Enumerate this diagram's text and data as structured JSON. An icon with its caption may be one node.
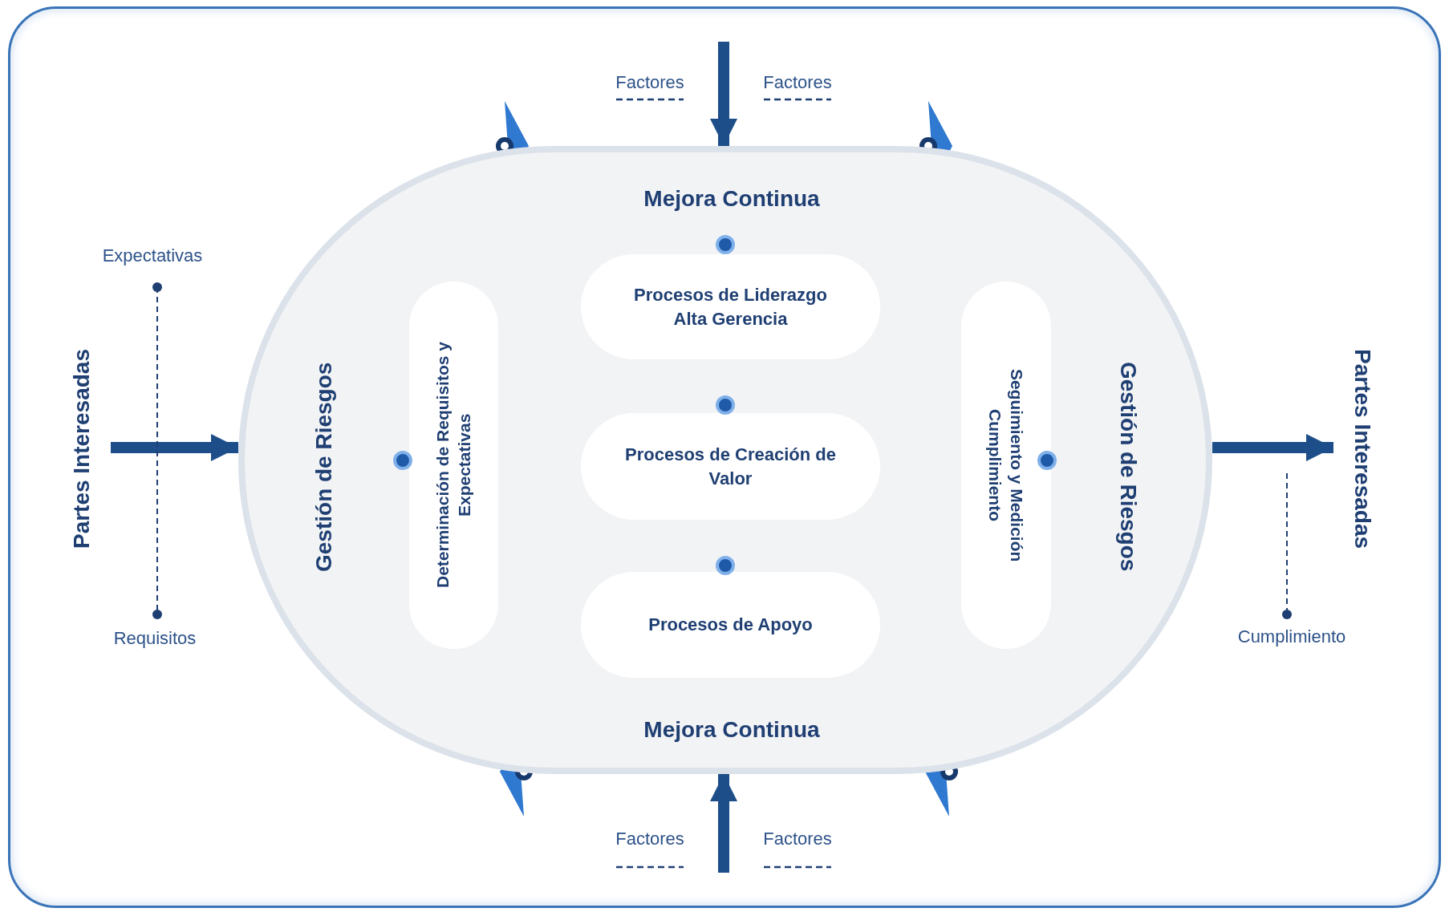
{
  "diagram": {
    "nodes": [
      {
        "text": [
          "Partes Interesadas"
        ]
      },
      {
        "text": [
          "Mejora Continua",
          "Gestión de Riesgos",
          "Gestión de Riesgos",
          "Mejora Continua"
        ]
      },
      {
        "text": [
          "Determinación de Requisitos y Expectativas"
        ],
        "in": 1
      },
      {
        "text": [
          "Procesos de Liderazgo Alta Gerencia"
        ],
        "in": 1
      },
      {
        "text": [
          "Procesos de Creación de Valor"
        ],
        "in": 1
      },
      {
        "text": [
          "Procesos de Apoyo"
        ],
        "in": 1
      },
      {
        "text": [
          "Seguimiento y Medición Cumplimiento"
        ],
        "in": 1
      },
      {
        "text": [
          "Partes Interesadas"
        ]
      }
    ],
    "edges": [
      {
        "from": null,
        "to": 1,
        "arrow": "to"
      },
      {
        "from": 0,
        "to": 1,
        "arrow": "to"
      },
      {
        "from": 1,
        "to": 7,
        "arrow": "to"
      },
      {
        "from": null,
        "to": 1,
        "arrow": "to"
      }
    ],
    "labels": [
      "Factores",
      "Factores",
      "Expectativas",
      "Requisitos",
      "Cumplimiento",
      "Factores",
      "Factores"
    ]
  }
}
